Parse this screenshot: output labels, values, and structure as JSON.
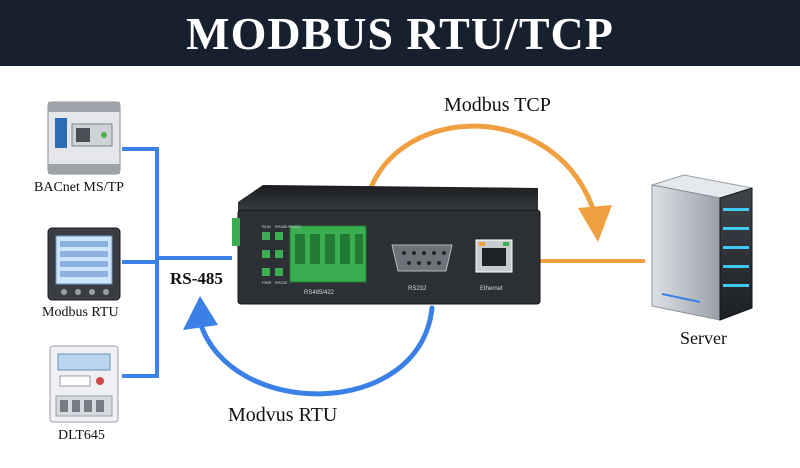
{
  "header": {
    "title": "MODBUS RTU/TCP"
  },
  "devices": [
    {
      "label": "BACnet MS/TP",
      "icon": "bacnet-controller-icon"
    },
    {
      "label": "Modbus RTU",
      "icon": "power-meter-icon"
    },
    {
      "label": "DLT645",
      "icon": "energy-meter-icon"
    }
  ],
  "bus_label": "RS-485",
  "gateway": {
    "icon": "serial-to-ethernet-gateway-icon",
    "port_labels": [
      "RS485/422",
      "RS232",
      "Ethernet"
    ],
    "led_labels": [
      "RUN",
      "RS485 RS422",
      "PWR",
      "RS232"
    ]
  },
  "protocols": {
    "tcp_label": "Modbus TCP",
    "rtu_label": "Modvus RTU"
  },
  "server": {
    "label": "Server",
    "icon": "server-icon"
  },
  "colors": {
    "banner": "#17202e",
    "rtu_line": "#3a80e6",
    "tcp_line": "#f0a040",
    "gateway_body": "#2c2f33",
    "terminal": "#3cae52"
  }
}
